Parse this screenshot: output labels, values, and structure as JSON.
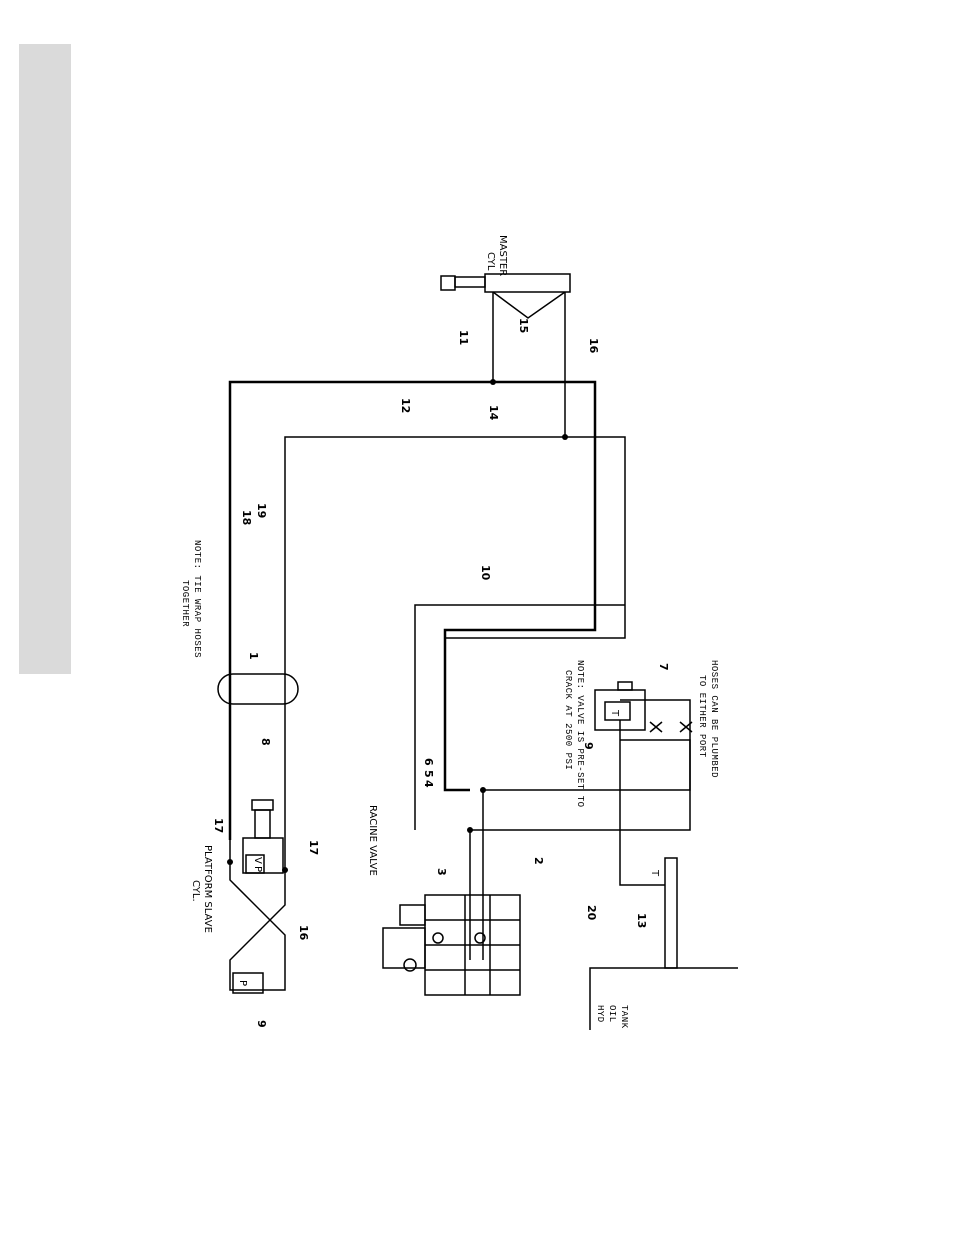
{
  "colors": {
    "sidebar_band": "#dadada",
    "ink": "#000000"
  },
  "labels": {
    "master_cyl_1": "MASTER",
    "master_cyl_2": "CYL",
    "platform_slave_1": "PLATFORM SLAVE",
    "platform_slave_2": "CYL.",
    "note_tie_wrap_1": "NOTE: TIE WRAP HOSES",
    "note_tie_wrap_2": "TOGETHER",
    "note_valve_1": "NOTE: VALVE IS PRE-SET TO",
    "note_valve_2": "CRACK AT 2500 PSI",
    "hoses_plumbed_1": "HOSES CAN BE PLUMBED",
    "hoses_plumbed_2": "TO EITHER PORT",
    "racine_valve": "RACINE VALVE",
    "hyd_tank_1": "HYD",
    "hyd_tank_2": "OIL",
    "hyd_tank_3": "TANK",
    "port_v": "V",
    "port_p": "P",
    "port_t": "T"
  },
  "callouts": {
    "n1": "1",
    "n2": "2",
    "n3": "3",
    "n4": "4",
    "n5": "5",
    "n6": "6",
    "n7": "7",
    "n8": "8",
    "n9a": "9",
    "n9b": "9",
    "n10": "10",
    "n11": "11",
    "n12": "12",
    "n13": "13",
    "n14": "14",
    "n15": "15",
    "n16a": "16",
    "n16b": "16",
    "n17a": "17",
    "n17b": "17",
    "n18": "18",
    "n19": "19",
    "n20": "20"
  }
}
